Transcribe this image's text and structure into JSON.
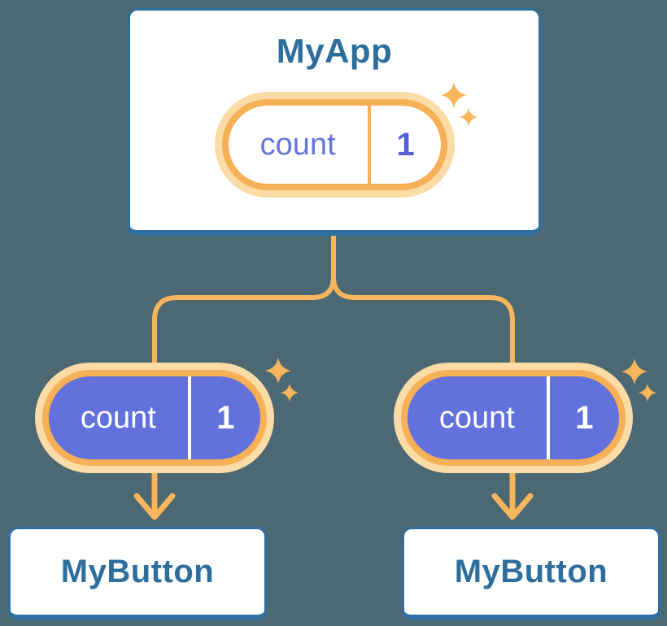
{
  "colors": {
    "background": "#4C6872",
    "card_border": "#2E6F9E",
    "card_fill": "#FFFFFF",
    "title_text": "#2D6E9D",
    "connector": "#F7B55C",
    "pill_ring": "#F6B057",
    "pill_glow": "#FBDBA6",
    "pill_purple": "#6271DB",
    "pill_text_purple": "#6774DC",
    "pill_value_purple": "#5560D5"
  },
  "icons": {
    "sparkle": "four-point-star"
  },
  "diagram": {
    "root": {
      "title": "MyApp",
      "state": {
        "name": "count",
        "value": "1"
      }
    },
    "children": [
      {
        "title": "MyButton",
        "prop": {
          "name": "count",
          "value": "1"
        }
      },
      {
        "title": "MyButton",
        "prop": {
          "name": "count",
          "value": "1"
        }
      }
    ]
  }
}
